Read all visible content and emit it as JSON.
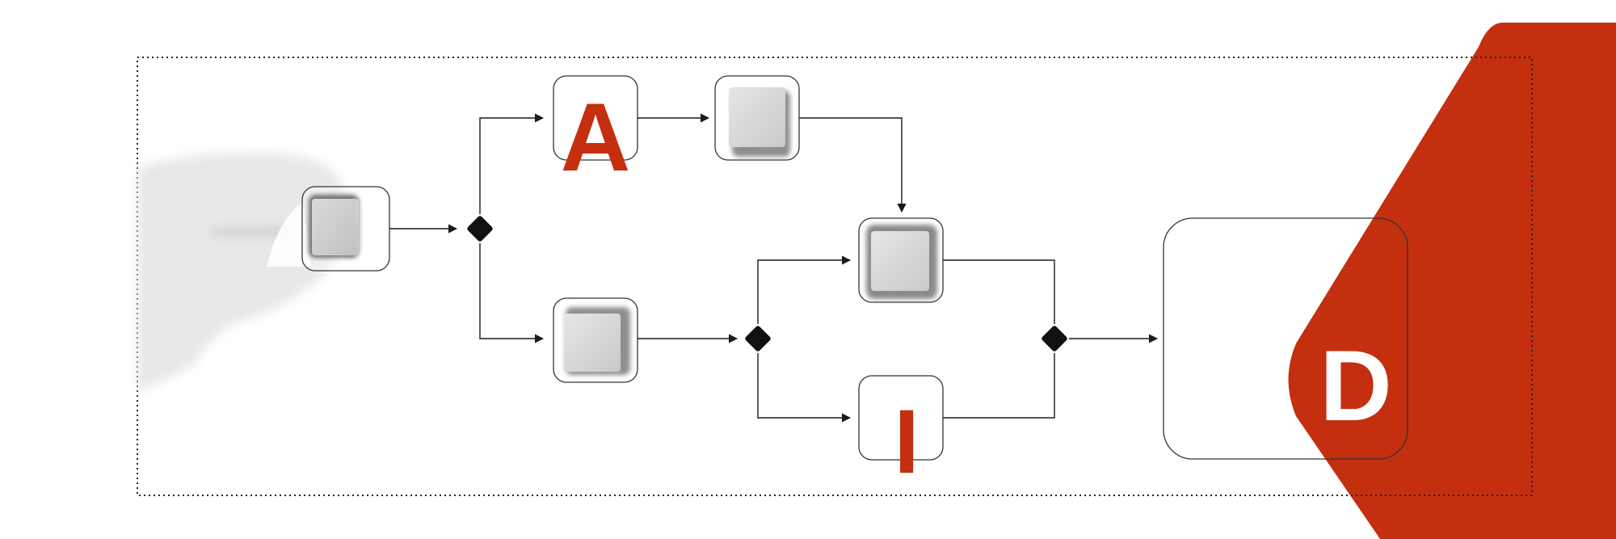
{
  "diagram": {
    "nodes": {
      "a": {
        "label": "A"
      },
      "i": {
        "label": "I"
      },
      "d": {
        "label": "D"
      }
    }
  },
  "colors": {
    "accent": "#c42f10",
    "line": "#1a1a1a",
    "gateway": "#111111",
    "tile": "#d9d9d9",
    "tile_shadow": "#8f8f8f",
    "hand": "#e6e6e6",
    "box_border": "#333333"
  },
  "icons": {
    "hand": "hand-silhouette-icon",
    "cube": "cube-icon"
  }
}
